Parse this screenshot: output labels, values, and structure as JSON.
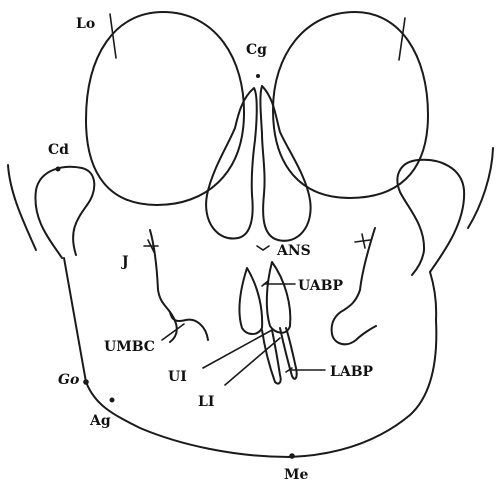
{
  "landmarks": {
    "lo": "Lo",
    "cg": "Cg",
    "cd": "Cd",
    "j": "J",
    "ans": "ANS",
    "uabp": "UABP",
    "umbc": "UMBC",
    "ui": "UI",
    "li": "LI",
    "labp": "LABP",
    "go": "Go",
    "ag": "Ag",
    "me": "Me"
  },
  "colors": {
    "ink": "#1a1a1a",
    "background": "#ffffff"
  }
}
